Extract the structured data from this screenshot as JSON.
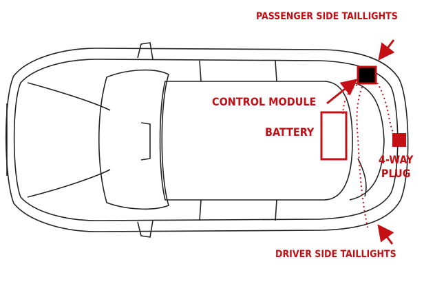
{
  "labels": {
    "passenger_side_taillights": "PASSENGER SIDE TAILLIGHTS",
    "control_module": "CONTROL MODULE",
    "battery": "BATTERY",
    "four_way_plug_line1": "4-WAY",
    "four_way_plug_line2": "PLUG",
    "driver_side_taillights": "DRIVER SIDE TAILLIGHTS"
  },
  "colors": {
    "accent_red": "#c40f14",
    "outline": "#222222",
    "module_fill": "#000000",
    "background": "#ffffff"
  },
  "icons": {
    "car": "car-top-view-outline"
  }
}
